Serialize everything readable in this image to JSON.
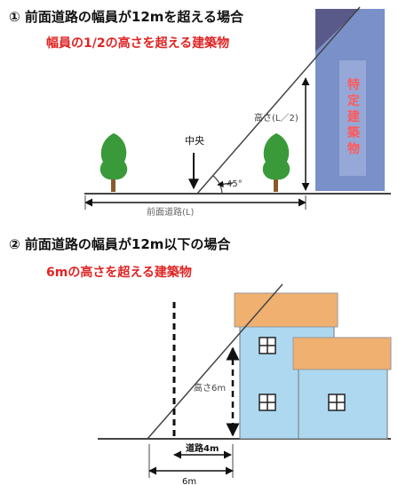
{
  "section1": {
    "heading": "① 前面道路の幅員が12mを超える場合",
    "subheading": "幅員の1/2の高さを超える建築物",
    "building_label": "特定建築物",
    "center_label": "中央",
    "angle_label": "45°",
    "height_label": "高さ(L／2)",
    "road_label": "前面道路(L)"
  },
  "section2": {
    "heading": "② 前面道路の幅員が12m以下の場合",
    "subheading": "6mの高さを超える建築物",
    "height_label": "高さ6m",
    "road_label": "道路4m",
    "distance_label": "6m"
  },
  "colors": {
    "accent_red": "#e02424",
    "building_blue": "#7a90c8",
    "roof_dark": "#5a5a8a",
    "house_wall": "#add8f0",
    "house_roof": "#f0b070",
    "tree_green": "#3a9a3a",
    "tree_trunk": "#8a5a2a"
  }
}
